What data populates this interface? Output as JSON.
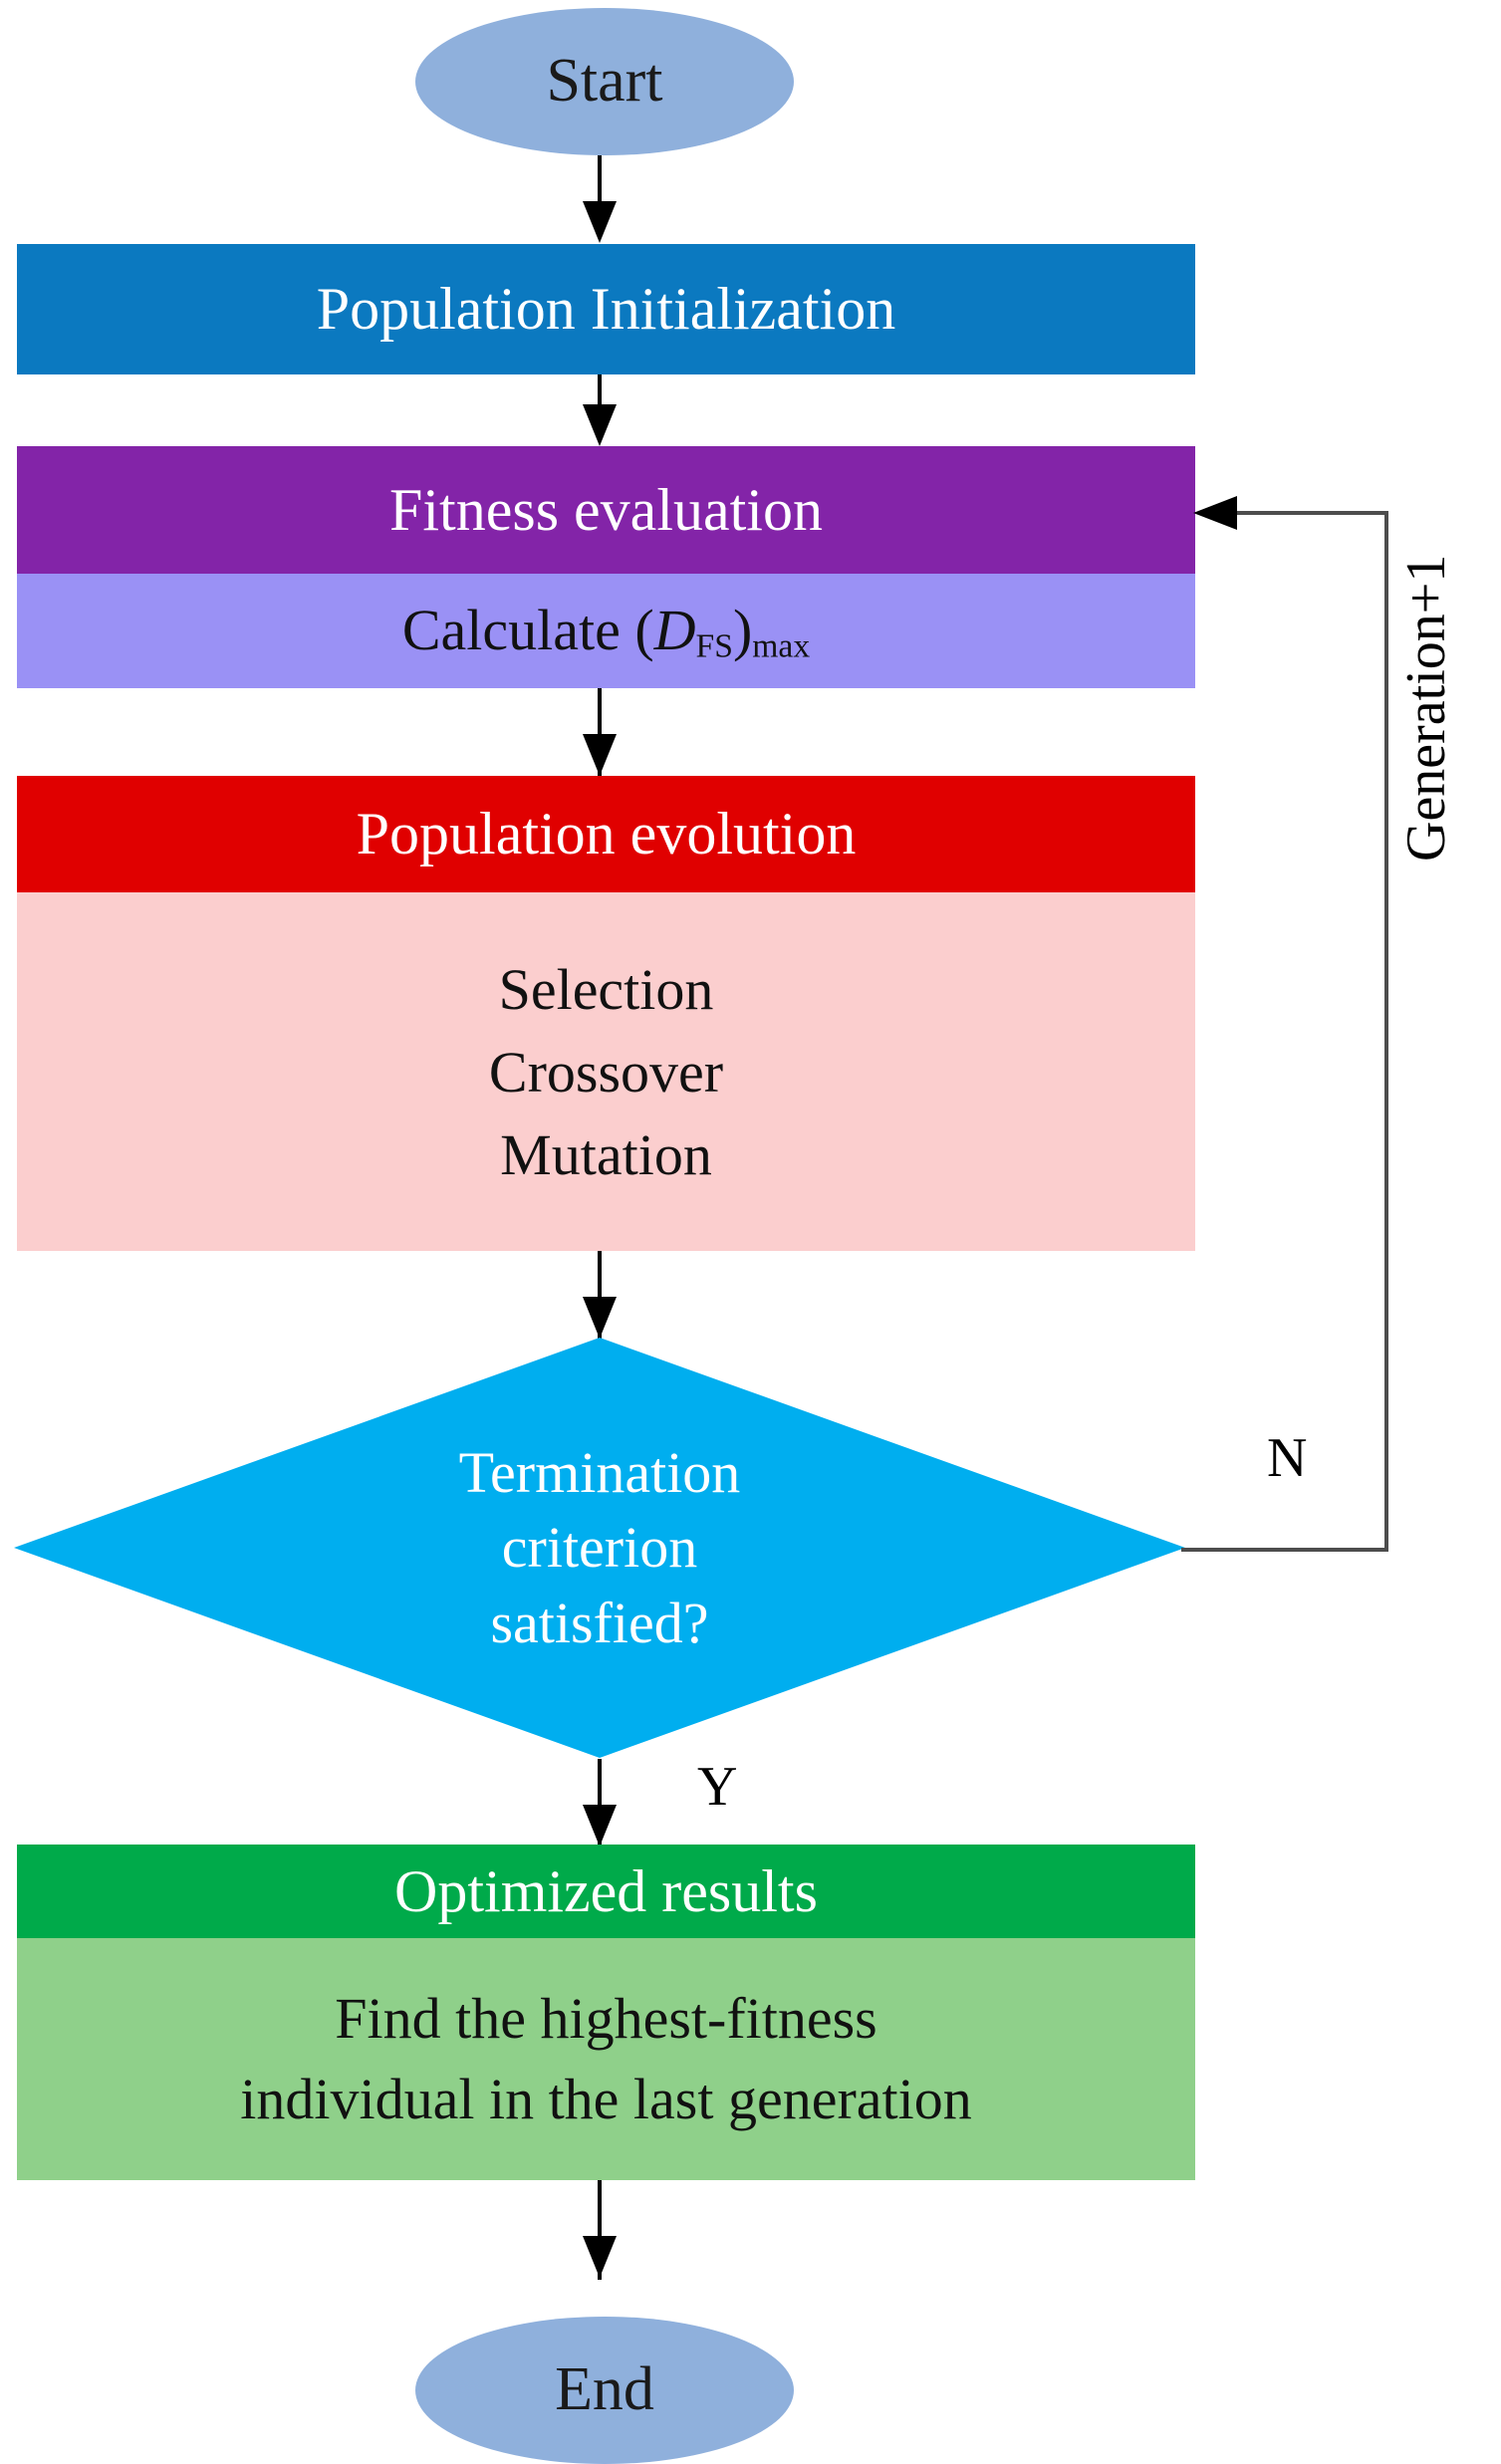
{
  "diagram": {
    "title": "Genetic algorithm optimization flowchart",
    "type": "flowchart"
  },
  "nodes": {
    "start": {
      "label": "Start",
      "shape": "ellipse",
      "fill": "#8FB0DC",
      "text_color": "#1a1a1a"
    },
    "population_initialization": {
      "label": "Population Initialization",
      "shape": "rectangle",
      "fill": "#0B79C0",
      "text_color": "#ffffff"
    },
    "fitness": {
      "header": "Fitness evaluation",
      "header_fill": "#8324A8",
      "body_fill": "#9A91F5",
      "body_prefix": "Calculate (",
      "body_variable": "D",
      "body_subscript": "FS",
      "body_middle": ")",
      "body_subscript2": "max",
      "body_plain": "Calculate (D_FS)_max"
    },
    "evolution": {
      "header": "Population evolution",
      "header_fill": "#E00000",
      "body_fill": "#FBCECE",
      "items": [
        "Selection",
        "Crossover",
        "Mutation"
      ]
    },
    "decision": {
      "lines": [
        "Termination",
        "criterion",
        "satisfied?"
      ],
      "shape": "diamond",
      "fill": "#00AEEF",
      "text_color": "#ffffff"
    },
    "results": {
      "header": "Optimized results",
      "header_fill": "#00AA4A",
      "body_fill": "#8FD08A",
      "lines": [
        "Find the highest-fitness",
        "individual in the last generation"
      ]
    },
    "end": {
      "label": "End",
      "shape": "ellipse",
      "fill": "#8FB0DC",
      "text_color": "#1a1a1a"
    }
  },
  "edges": {
    "no_label": "N",
    "yes_label": "Y",
    "loop_label": "Generation+1",
    "line_color": "#000000",
    "loop_color": "#4d4d4d"
  }
}
